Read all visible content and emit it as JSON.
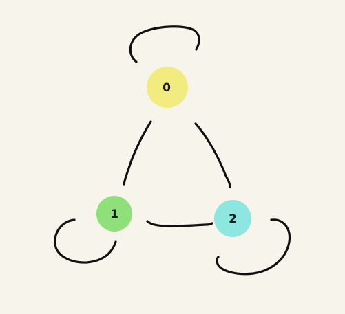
{
  "graph": {
    "background_color": "#f7f5eb",
    "edge_color": "#111111",
    "nodes": [
      {
        "id": "n0",
        "label": "0",
        "color": "#f2ec80"
      },
      {
        "id": "n1",
        "label": "1",
        "color": "#8fe07a"
      },
      {
        "id": "n2",
        "label": "2",
        "color": "#8ee6e0"
      }
    ],
    "edges": [
      {
        "id": "e-0-0",
        "from": "0",
        "to": "0",
        "kind": "self-loop"
      },
      {
        "id": "e-0-1",
        "from": "0",
        "to": "1",
        "kind": "connection"
      },
      {
        "id": "e-0-2",
        "from": "0",
        "to": "2",
        "kind": "connection"
      },
      {
        "id": "e-1-2",
        "from": "1",
        "to": "2",
        "kind": "connection"
      },
      {
        "id": "e-1-1",
        "from": "1",
        "to": "1",
        "kind": "self-loop"
      },
      {
        "id": "e-2-2",
        "from": "2",
        "to": "2",
        "kind": "self-loop"
      }
    ]
  }
}
